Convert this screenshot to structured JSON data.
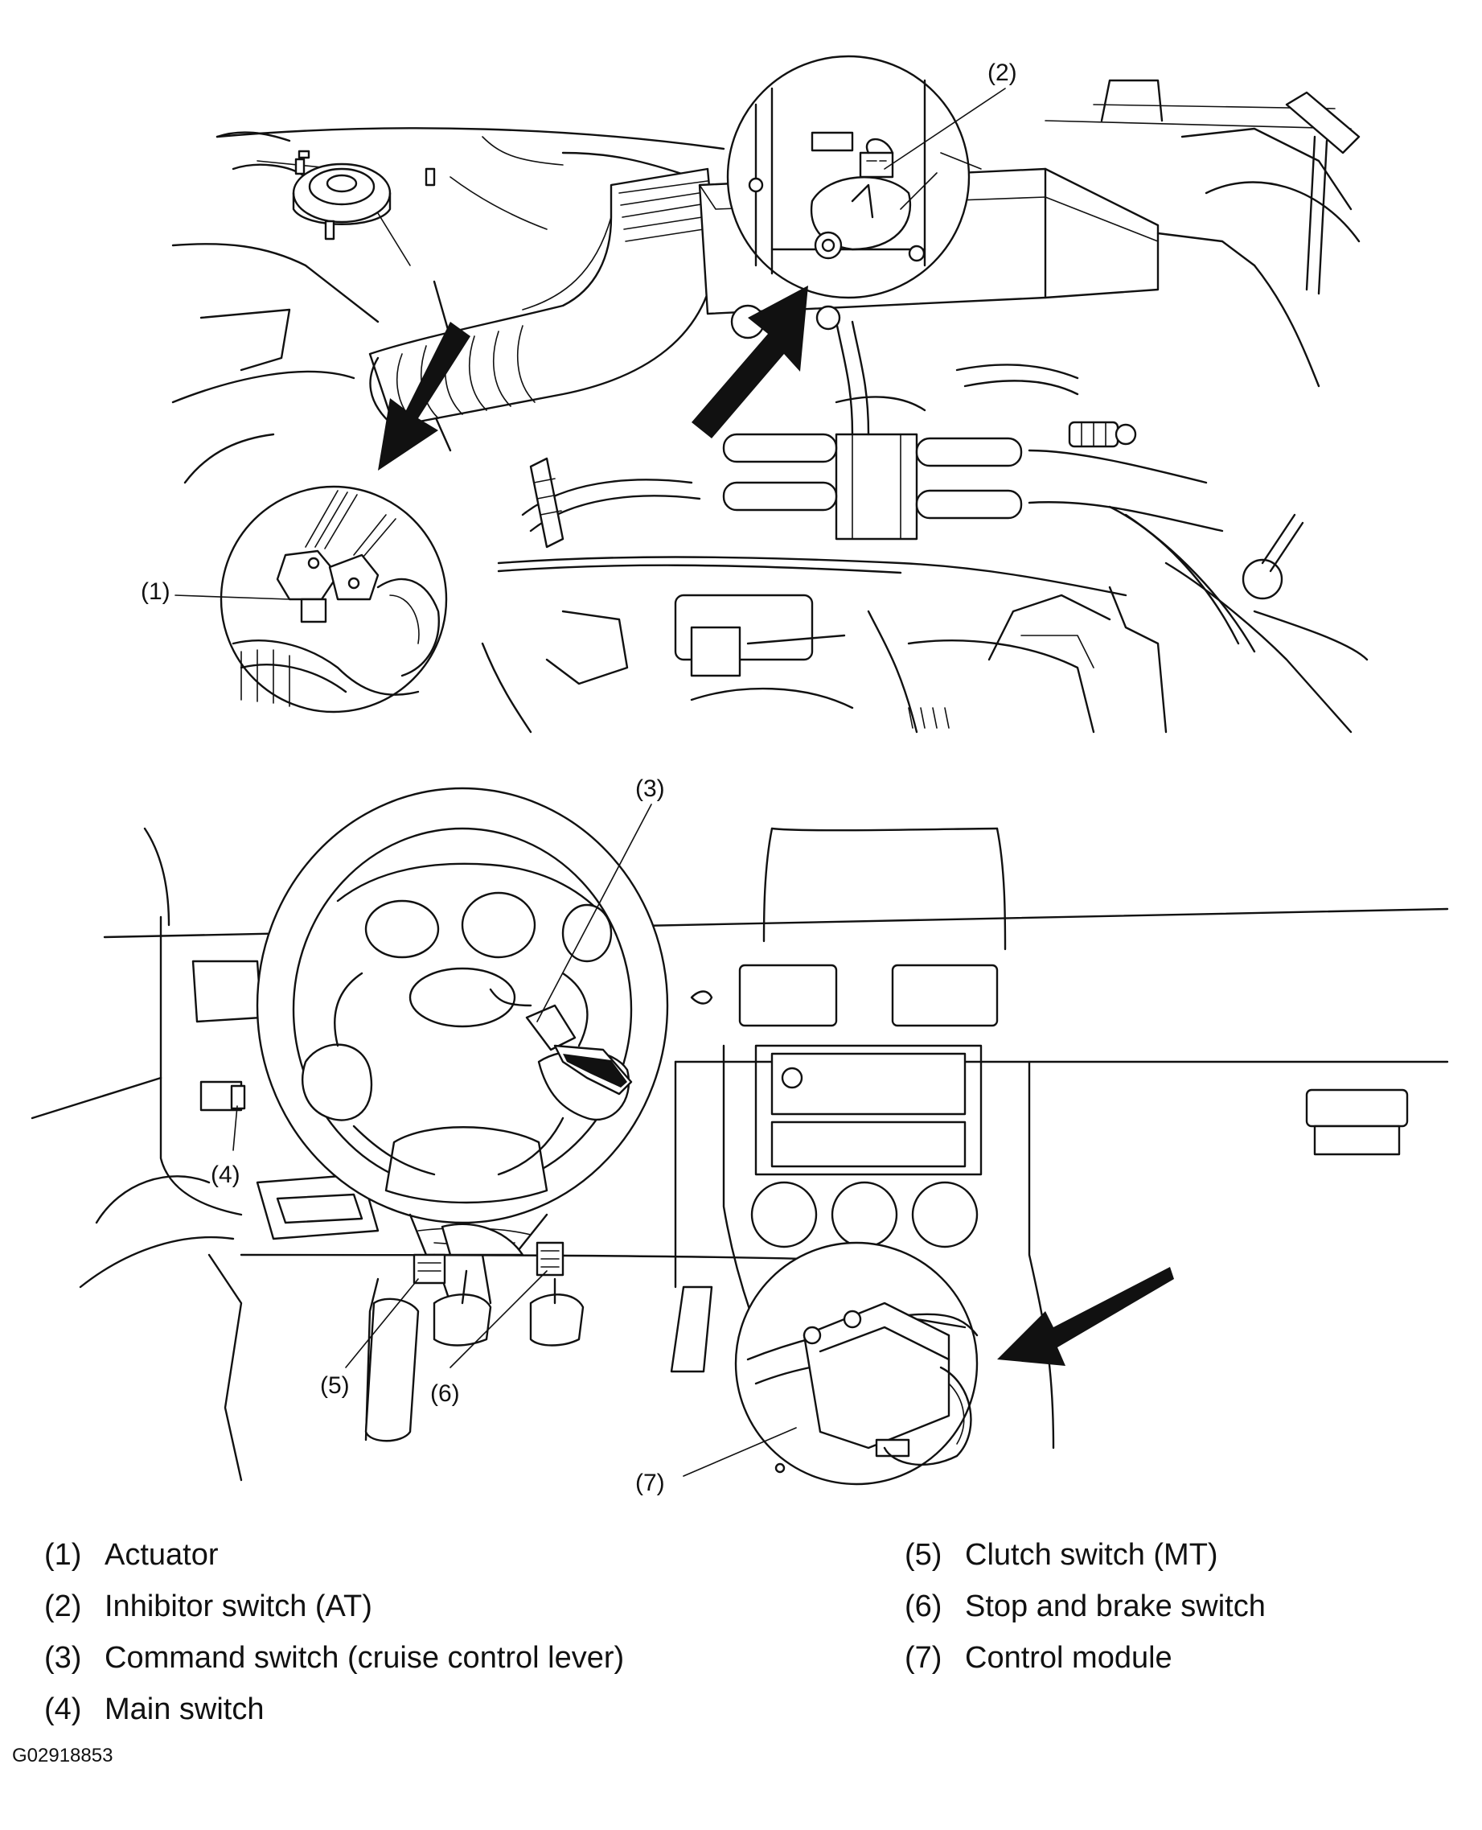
{
  "callouts": [
    "(1)",
    "(2)",
    "(3)",
    "(4)",
    "(5)",
    "(6)",
    "(7)"
  ],
  "legend": [
    {
      "num": "(1)",
      "text": "Actuator"
    },
    {
      "num": "(2)",
      "text": "Inhibitor switch (AT)"
    },
    {
      "num": "(3)",
      "text": "Command switch (cruise control lever)"
    },
    {
      "num": "(4)",
      "text": "Main switch"
    },
    {
      "num": "(5)",
      "text": "Clutch switch (MT)"
    },
    {
      "num": "(6)",
      "text": "Stop and brake switch"
    },
    {
      "num": "(7)",
      "text": "Control module"
    }
  ],
  "figure_code": "G02918853",
  "colors": {
    "ink": "#111111",
    "paper": "#ffffff"
  }
}
